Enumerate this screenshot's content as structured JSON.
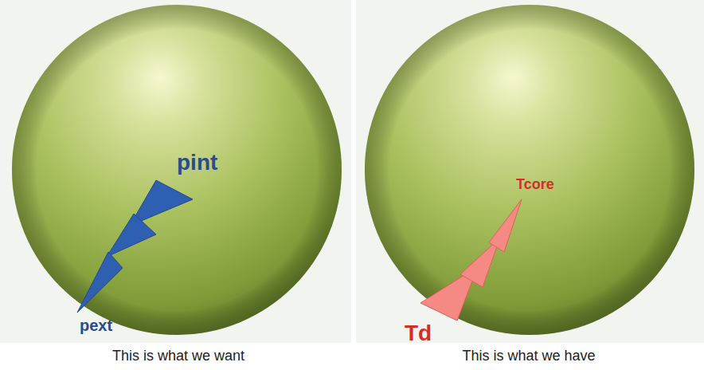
{
  "diagram": {
    "labels": [
      "pint",
      "pext",
      "Tcore",
      "Td",
      "This is what we want",
      "This is what we have"
    ]
  }
}
